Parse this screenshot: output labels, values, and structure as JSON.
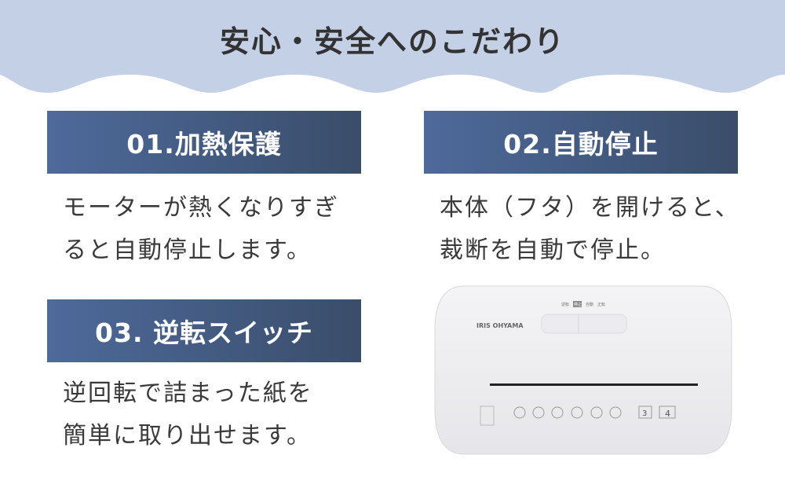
{
  "header": {
    "title": "安心・安全へのこだわり"
  },
  "features": [
    {
      "heading": "01.加熱保護",
      "lines": [
        "モーターが熱くなりすぎ",
        "ると自動停止します。"
      ]
    },
    {
      "heading": "02.自動停止",
      "lines": [
        "本体（フタ）を開けると、",
        "裁断を自動で停止。"
      ]
    },
    {
      "heading": "03. 逆転スイッチ",
      "lines": [
        "逆回転で詰まった紙を",
        "簡単に取り出せます。"
      ]
    }
  ],
  "product": {
    "brand": "IRIS OHYAMA",
    "switch_labels": [
      "逆転",
      "停止",
      "自動",
      "正転"
    ],
    "capacity": "3",
    "capacity2": "4"
  },
  "colors": {
    "wave": "#c3d0e6",
    "box_start": "#4e6a9b",
    "box_end": "#3a4d6a"
  }
}
